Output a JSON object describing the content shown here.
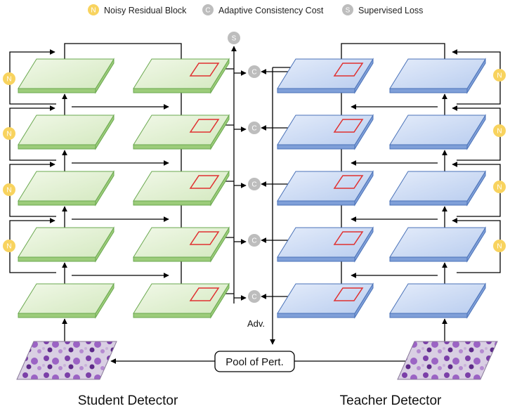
{
  "legend": {
    "noisy_badge": "N",
    "noisy_label": "Noisy Residual Block",
    "consistency_badge": "C",
    "consistency_label": "Adaptive Consistency Cost",
    "supervised_badge": "S",
    "supervised_label": "Supervised Loss"
  },
  "badges": {
    "noisy": "N",
    "consistency": "C",
    "supervised": "S"
  },
  "pool_label": "Pool of Pert.",
  "adv_label": "Adv.",
  "student_title": "Student Detector",
  "teacher_title": "Teacher Detector",
  "colors": {
    "green_top": "#e6f2d8",
    "green_edge": "#6aa84f",
    "blue_top": "#cfdcf4",
    "blue_edge": "#4a72b8",
    "yellow": "#f8d35e",
    "gray": "#bdbdbd",
    "red": "#e03030"
  },
  "icons": [
    "arrow-icon",
    "roi-box-icon",
    "cell-image-icon"
  ]
}
